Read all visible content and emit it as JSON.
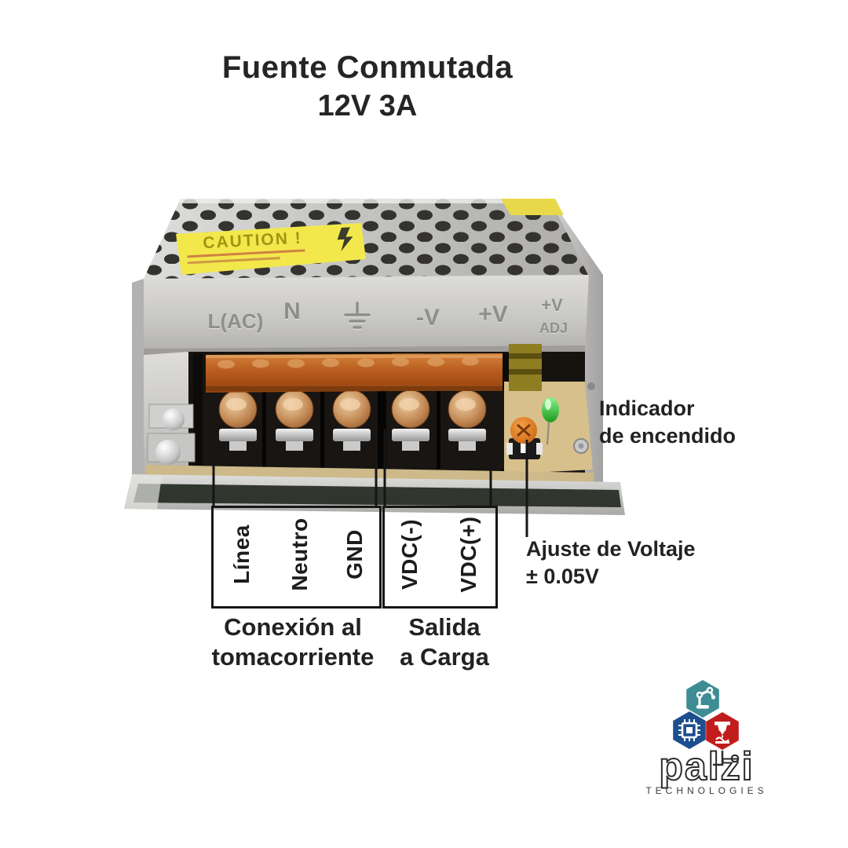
{
  "title": {
    "line1": "Fuente Conmutada",
    "line2": "12V 3A"
  },
  "device": {
    "caution_label": "CAUTION !",
    "panel_markings": [
      "L(AC)",
      "N",
      "-V",
      "+V",
      "+V",
      "ADJ"
    ]
  },
  "annotations": {
    "input_terminals": [
      "Línea",
      "Neutro",
      "GND"
    ],
    "output_terminals": [
      "VDC(-)",
      "VDC(+)"
    ],
    "input_caption_line1": "Conexión al",
    "input_caption_line2": "tomacorriente",
    "output_caption_line1": "Salida",
    "output_caption_line2": "a Carga",
    "indicator_line1": "Indicador",
    "indicator_line2": "de encendido",
    "adjust_line1": "Ajuste de Voltaje",
    "adjust_line2": "± 0.05V"
  },
  "logo": {
    "brand": "palzi",
    "subtitle": "TECHNOLOGIES",
    "hex_teal": "#3e8d94",
    "hex_blue": "#1d4f8f",
    "hex_red": "#c11d1d"
  },
  "colors": {
    "text": "#262626",
    "annotation_line": "#161616",
    "case_silver": "#c9c9c7",
    "terminal_cover_orange": "#bf671f",
    "led_green": "#2eb82e",
    "pot_orange": "#e07818",
    "sticker_yellow": "#f2e84c"
  }
}
